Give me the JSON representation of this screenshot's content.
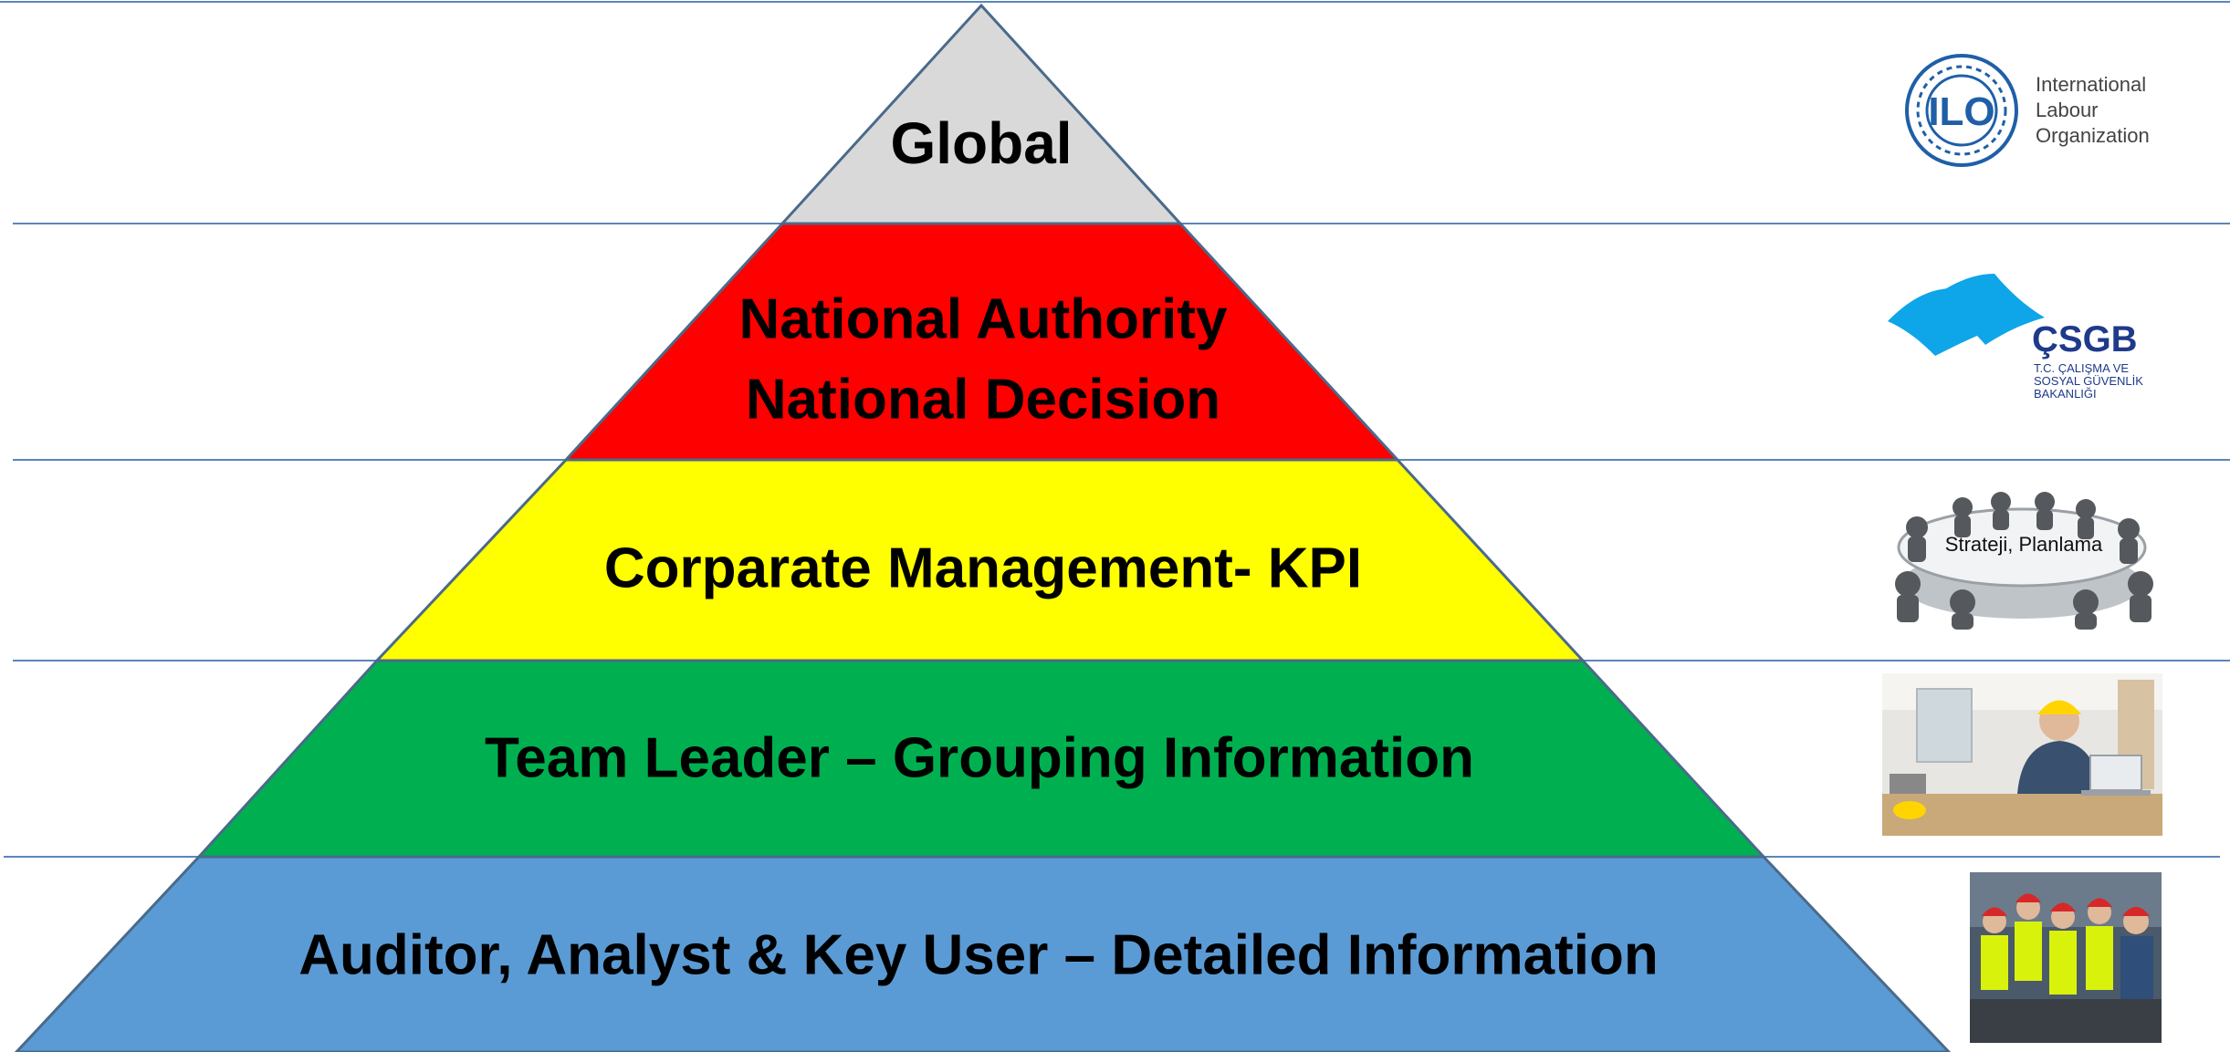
{
  "levels": [
    {
      "id": "global",
      "lines": [
        "Global"
      ],
      "color": "#d9d9d9"
    },
    {
      "id": "national",
      "lines": [
        "National Authority",
        "National Decision"
      ],
      "color": "#ff0000"
    },
    {
      "id": "corporate",
      "lines": [
        "Corparate Management- KPI"
      ],
      "color": "#ffff00"
    },
    {
      "id": "team-leader",
      "lines": [
        "Team Leader – Grouping Information"
      ],
      "color": "#00b050"
    },
    {
      "id": "auditor",
      "lines": [
        "Auditor, Analyst & Key User – Detailed Information"
      ],
      "color": "#5b9bd5"
    }
  ],
  "side_images": {
    "ilo": {
      "icon": "ilo-emblem-icon",
      "emblem_text": "ILO",
      "name_lines": [
        "International",
        "Labour",
        "Organization"
      ],
      "color": "#1f5fa8"
    },
    "csgb": {
      "icon": "csgb-wave-icon",
      "acronym": "ÇSGB",
      "subtitle_lines": [
        "T.C. ÇALIŞMA VE",
        "SOSYAL GÜVENLİK",
        "BAKANLIĞI"
      ],
      "color": "#0ea5e9",
      "text_color": "#1e3a8a"
    },
    "meeting": {
      "icon": "meeting-table-icon",
      "table_text": "Strateji, Planlama"
    },
    "engineer": {
      "icon": "engineer-photo-icon"
    },
    "workers": {
      "icon": "workers-photo-icon"
    }
  },
  "colors": {
    "divider": "#5b86b8",
    "outline": "#4a6a8a"
  }
}
